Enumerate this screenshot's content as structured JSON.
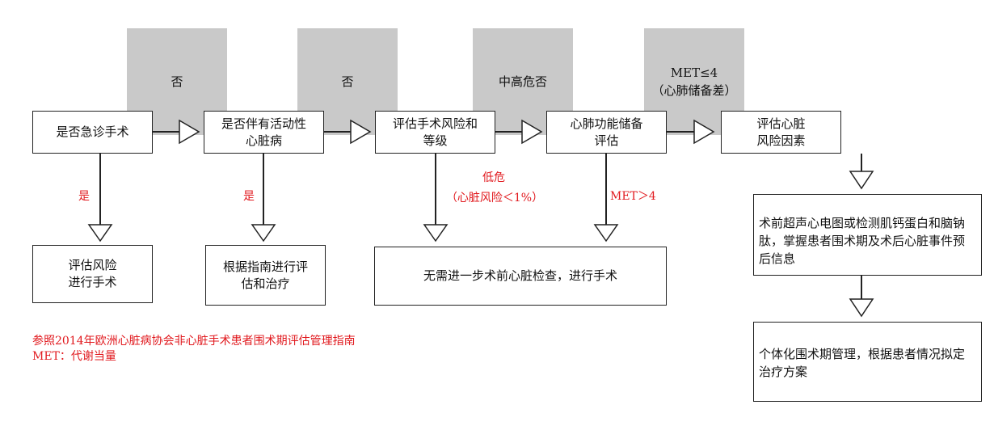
{
  "gray_labels": [
    {
      "lines": [
        "否"
      ]
    },
    {
      "lines": [
        "否"
      ]
    },
    {
      "lines": [
        "中高危否"
      ]
    },
    {
      "lines": [
        "MET≤4",
        "（心肺储备差）"
      ]
    }
  ],
  "main_steps": [
    {
      "lines": [
        "是否急诊手术"
      ]
    },
    {
      "lines": [
        "是否伴有活动性",
        "心脏病"
      ]
    },
    {
      "lines": [
        "评估手术风险和",
        "等级"
      ]
    },
    {
      "lines": [
        "心肺功能储备",
        "评估"
      ]
    },
    {
      "lines": [
        "评估心脏",
        "风险因素"
      ]
    }
  ],
  "outcomes": {
    "emergency": {
      "lines": [
        "评估风险",
        "进行手术"
      ]
    },
    "guideline": {
      "lines": [
        "根据指南进行评",
        "估和治疗"
      ]
    },
    "proceed": {
      "lines": [
        "无需进一步术前心脏检查，进行手术"
      ]
    },
    "preop_tests": {
      "text": "术前超声心电图或检测肌钙蛋白和脑钠肽，掌握患者围术期及术后心脏事件预后信息"
    },
    "management": {
      "text": "个体化围术期管理，根据患者情况拟定治疗方案"
    }
  },
  "branch_labels": {
    "yes_1": "是",
    "yes_2": "是",
    "low_risk_1": "低危",
    "low_risk_2": "（心脏风险＜1%）",
    "met_gt4": "MET＞4"
  },
  "notes": [
    "参照2014年欧洲心脏病协会非心脏手术患者围术期评估管理指南",
    "MET：代谢当量"
  ],
  "colors": {
    "gray": "#c9c9c9",
    "red": "#e1191e",
    "line": "#222222"
  }
}
